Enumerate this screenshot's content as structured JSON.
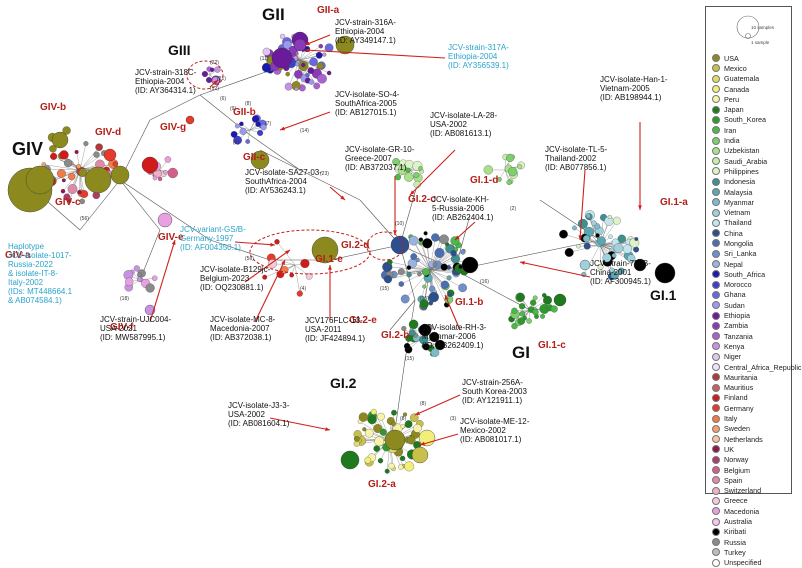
{
  "groups_big": [
    {
      "id": "GII",
      "label": "GII"
    },
    {
      "id": "GIII",
      "label": "GIII"
    },
    {
      "id": "GIV",
      "label": "GIV"
    },
    {
      "id": "GI",
      "label": "GI"
    },
    {
      "id": "GI.1",
      "label": "GI.1"
    },
    {
      "id": "GI.2",
      "label": "GI.2"
    }
  ],
  "subgroups": [
    {
      "id": "GII-a",
      "label": "GII-a"
    },
    {
      "id": "GII-b",
      "label": "GII-b"
    },
    {
      "id": "GII-c",
      "label": "GII-c"
    },
    {
      "id": "GIV-a",
      "label": "GIV-a"
    },
    {
      "id": "GIV-b",
      "label": "GIV-b"
    },
    {
      "id": "GIV-c",
      "label": "GIV-c"
    },
    {
      "id": "GIV-d",
      "label": "GIV-d"
    },
    {
      "id": "GIV-e",
      "label": "GIV-e"
    },
    {
      "id": "GIV-f",
      "label": "GIV-f"
    },
    {
      "id": "GIV-g",
      "label": "GIV-g"
    },
    {
      "id": "GI.1-a",
      "label": "GI.1-a"
    },
    {
      "id": "GI.1-b",
      "label": "GI.1-b"
    },
    {
      "id": "GI.1-c",
      "label": "GI.1-c"
    },
    {
      "id": "GI.1-d",
      "label": "GI.1-d"
    },
    {
      "id": "GI.1-e",
      "label": "GI.1-e"
    },
    {
      "id": "GI.2-a",
      "label": "GI.2-a"
    },
    {
      "id": "GI.2-b",
      "label": "GI.2-b"
    },
    {
      "id": "GI.2-c",
      "label": "GI.2-c"
    },
    {
      "id": "GI.2-d",
      "label": "GI.2-d"
    },
    {
      "id": "GI.2-e",
      "label": "GI.2-e"
    }
  ],
  "annotations": [
    {
      "id": "a1",
      "lines": [
        "JCV-strain-316A-",
        "Ethiopia-2004",
        "(ID: AY349147.1)"
      ],
      "color": "black"
    },
    {
      "id": "a2",
      "lines": [
        "JCV-strain-317A-",
        "Ethiopia-2004",
        "(ID: AY356539.1)"
      ],
      "color": "blue"
    },
    {
      "id": "a3",
      "lines": [
        "JCV-strain-318C-",
        "Ethiopia-2004",
        "(ID: AY364314.1)"
      ],
      "color": "black"
    },
    {
      "id": "a4",
      "lines": [
        "JCV-isolate-SO-4-",
        "SouthAfrica-2005",
        "(ID: AB127015.1)"
      ],
      "color": "black"
    },
    {
      "id": "a5",
      "lines": [
        "JCV-isolate-LA-28-",
        "USA-2002",
        "(ID: AB081613.1)"
      ],
      "color": "black"
    },
    {
      "id": "a6",
      "lines": [
        "JCV-isolate-GR-10-",
        "Greece-2007",
        "(ID: AB372037.1)"
      ],
      "color": "black"
    },
    {
      "id": "a7",
      "lines": [
        "JCV-isolate-SA27-03-",
        "SouthAfrica-2004",
        "(ID: AY536243.1)"
      ],
      "color": "black"
    },
    {
      "id": "a8",
      "lines": [
        "JCV-isolate-Han-1-",
        "Vietnam-2005",
        "(ID: AB198944.1)"
      ],
      "color": "black"
    },
    {
      "id": "a9",
      "lines": [
        "JCV-isolate-TL-5-",
        "Thailand-2002",
        "(ID: AB077856.1)"
      ],
      "color": "black"
    },
    {
      "id": "a10",
      "lines": [
        "JCV-isolate-KH-",
        "5-Russia-2006",
        "(ID: AB262404.1)"
      ],
      "color": "black"
    },
    {
      "id": "a11",
      "lines": [
        "JCV-strain-720B-",
        "China-2001",
        "(ID: AF300945.1)"
      ],
      "color": "black"
    },
    {
      "id": "a12",
      "lines": [
        "Haplotype",
        "JCV-isolate-1017-",
        "Russia-2022",
        "& isolate-IT-8-",
        "Italy-2002",
        "(IDs: MT448664.1",
        "& AB074584.1)"
      ],
      "color": "blue"
    },
    {
      "id": "a13",
      "lines": [
        "JCV-variant-GS/B-",
        "Germany-1997",
        "(ID: AF004350.1)"
      ],
      "color": "blue"
    },
    {
      "id": "a14",
      "lines": [
        "JCV-isolate-B129jc-",
        "Belgium-2023",
        "(ID: OQ230881.1)"
      ],
      "color": "black"
    },
    {
      "id": "a15",
      "lines": [
        "JCV-strain-UJC004-",
        "USA-2021",
        "(ID: MW587995.1)"
      ],
      "color": "black"
    },
    {
      "id": "a16",
      "lines": [
        "JCV-isolate-MC-8-",
        "Macedonia-2007",
        "(ID: AB372038.1)"
      ],
      "color": "black"
    },
    {
      "id": "a17",
      "lines": [
        "JCV176FLC-13-",
        "USA-2011",
        "(ID: JF424894.1)"
      ],
      "color": "black"
    },
    {
      "id": "a18",
      "lines": [
        "JCV-isolate-RH-3-",
        "Myanmar-2006",
        "(ID: AB262409.1)"
      ],
      "color": "black"
    },
    {
      "id": "a19",
      "lines": [
        "JCV-strain-256A-",
        "South Korea-2003",
        "(ID: AY121911.1)"
      ],
      "color": "black"
    },
    {
      "id": "a20",
      "lines": [
        "JCV-isolate-J3-3-",
        "USA-2002",
        "(ID: AB081604.1)"
      ],
      "color": "black"
    },
    {
      "id": "a21",
      "lines": [
        "JCV-isolate-ME-12-",
        "Mexico-2002",
        "(ID: AB081017.1)"
      ],
      "color": "black"
    }
  ],
  "edge_labels": [
    "(56)",
    "(56)",
    "(23)",
    "(18)",
    "(16)",
    "(15)",
    "(15)",
    "(15)",
    "(14)",
    "(10)",
    "(8)",
    "(8)",
    "(8)",
    "(6)",
    "(5)",
    "(4)",
    "(3)",
    "(2)",
    "(11)",
    "(22)",
    "(21)",
    "(12)",
    "(7)",
    "(9)"
  ],
  "legend": {
    "scale_large": "10 samples",
    "scale_small": "1 sample",
    "colors": {
      "USA": "#8c8a1e",
      "Mexico": "#c8c04a",
      "Guatemala": "#e0dc6e",
      "Canada": "#f2ee7a",
      "Peru": "#f7f3a8",
      "Japan": "#1f7a1f",
      "South_Korea": "#2e9a2e",
      "Iran": "#4cb84c",
      "India": "#7ccf6c",
      "Uzbekistan": "#a9e08a",
      "Saudi_Arabia": "#c8ecae",
      "Philippines": "#ddf3c7",
      "Indonesia": "#3f8f8f",
      "Malaysia": "#5aa7b0",
      "Myanmar": "#7bbcc8",
      "Vietnam": "#9fd0dc",
      "Thailand": "#c4e4ee",
      "China": "#2d4f8e",
      "Mongolia": "#4a6fb0",
      "Sri_Lanka": "#7090cc",
      "Nepal": "#9cb2e0",
      "South_Africa": "#1a1ab0",
      "Morocco": "#3e3ecc",
      "Ghana": "#6868e0",
      "Sudan": "#9a9af0",
      "Ethiopia": "#6a1a9a",
      "Zambia": "#8a3ab8",
      "Tanzania": "#aa62d0",
      "Kenya": "#c892e2",
      "Niger": "#e2c6f0",
      "Central_Africa_Republic": "#f0e2f8",
      "Mauritania": "#b03a3a",
      "Mauritius": "#c86060",
      "Finland": "#d11a1a",
      "Germany": "#e83a2a",
      "Italy": "#f07a4a",
      "Sweden": "#f2a070",
      "Netherlands": "#f6c6a0",
      "UK": "#8e1a4a",
      "Norway": "#b03a6a",
      "Belgium": "#d0608a",
      "Spain": "#e08aaa",
      "Switzerland": "#eeb0c8",
      "Greece": "#f4cada",
      "Macedonia": "#e8a0e0",
      "Australia": "#f4c8f0",
      "Kiribati": "#000000",
      "Russia": "#8a8a8a",
      "Turkey": "#bdbdbd",
      "Unspecified": "#ffffff"
    },
    "order": [
      "USA",
      "Mexico",
      "Guatemala",
      "Canada",
      "Peru",
      "Japan",
      "South_Korea",
      "Iran",
      "India",
      "Uzbekistan",
      "Saudi_Arabia",
      "Philippines",
      "Indonesia",
      "Malaysia",
      "Myanmar",
      "Vietnam",
      "Thailand",
      "China",
      "Mongolia",
      "Sri_Lanka",
      "Nepal",
      "South_Africa",
      "Morocco",
      "Ghana",
      "Sudan",
      "Ethiopia",
      "Zambia",
      "Tanzania",
      "Kenya",
      "Niger",
      "Central_Africa_Republic",
      "Mauritania",
      "Mauritius",
      "Finland",
      "Germany",
      "Italy",
      "Sweden",
      "Netherlands",
      "UK",
      "Norway",
      "Belgium",
      "Spain",
      "Switzerland",
      "Greece",
      "Macedonia",
      "Australia",
      "Kiribati",
      "Russia",
      "Turkey",
      "Unspecified"
    ]
  }
}
